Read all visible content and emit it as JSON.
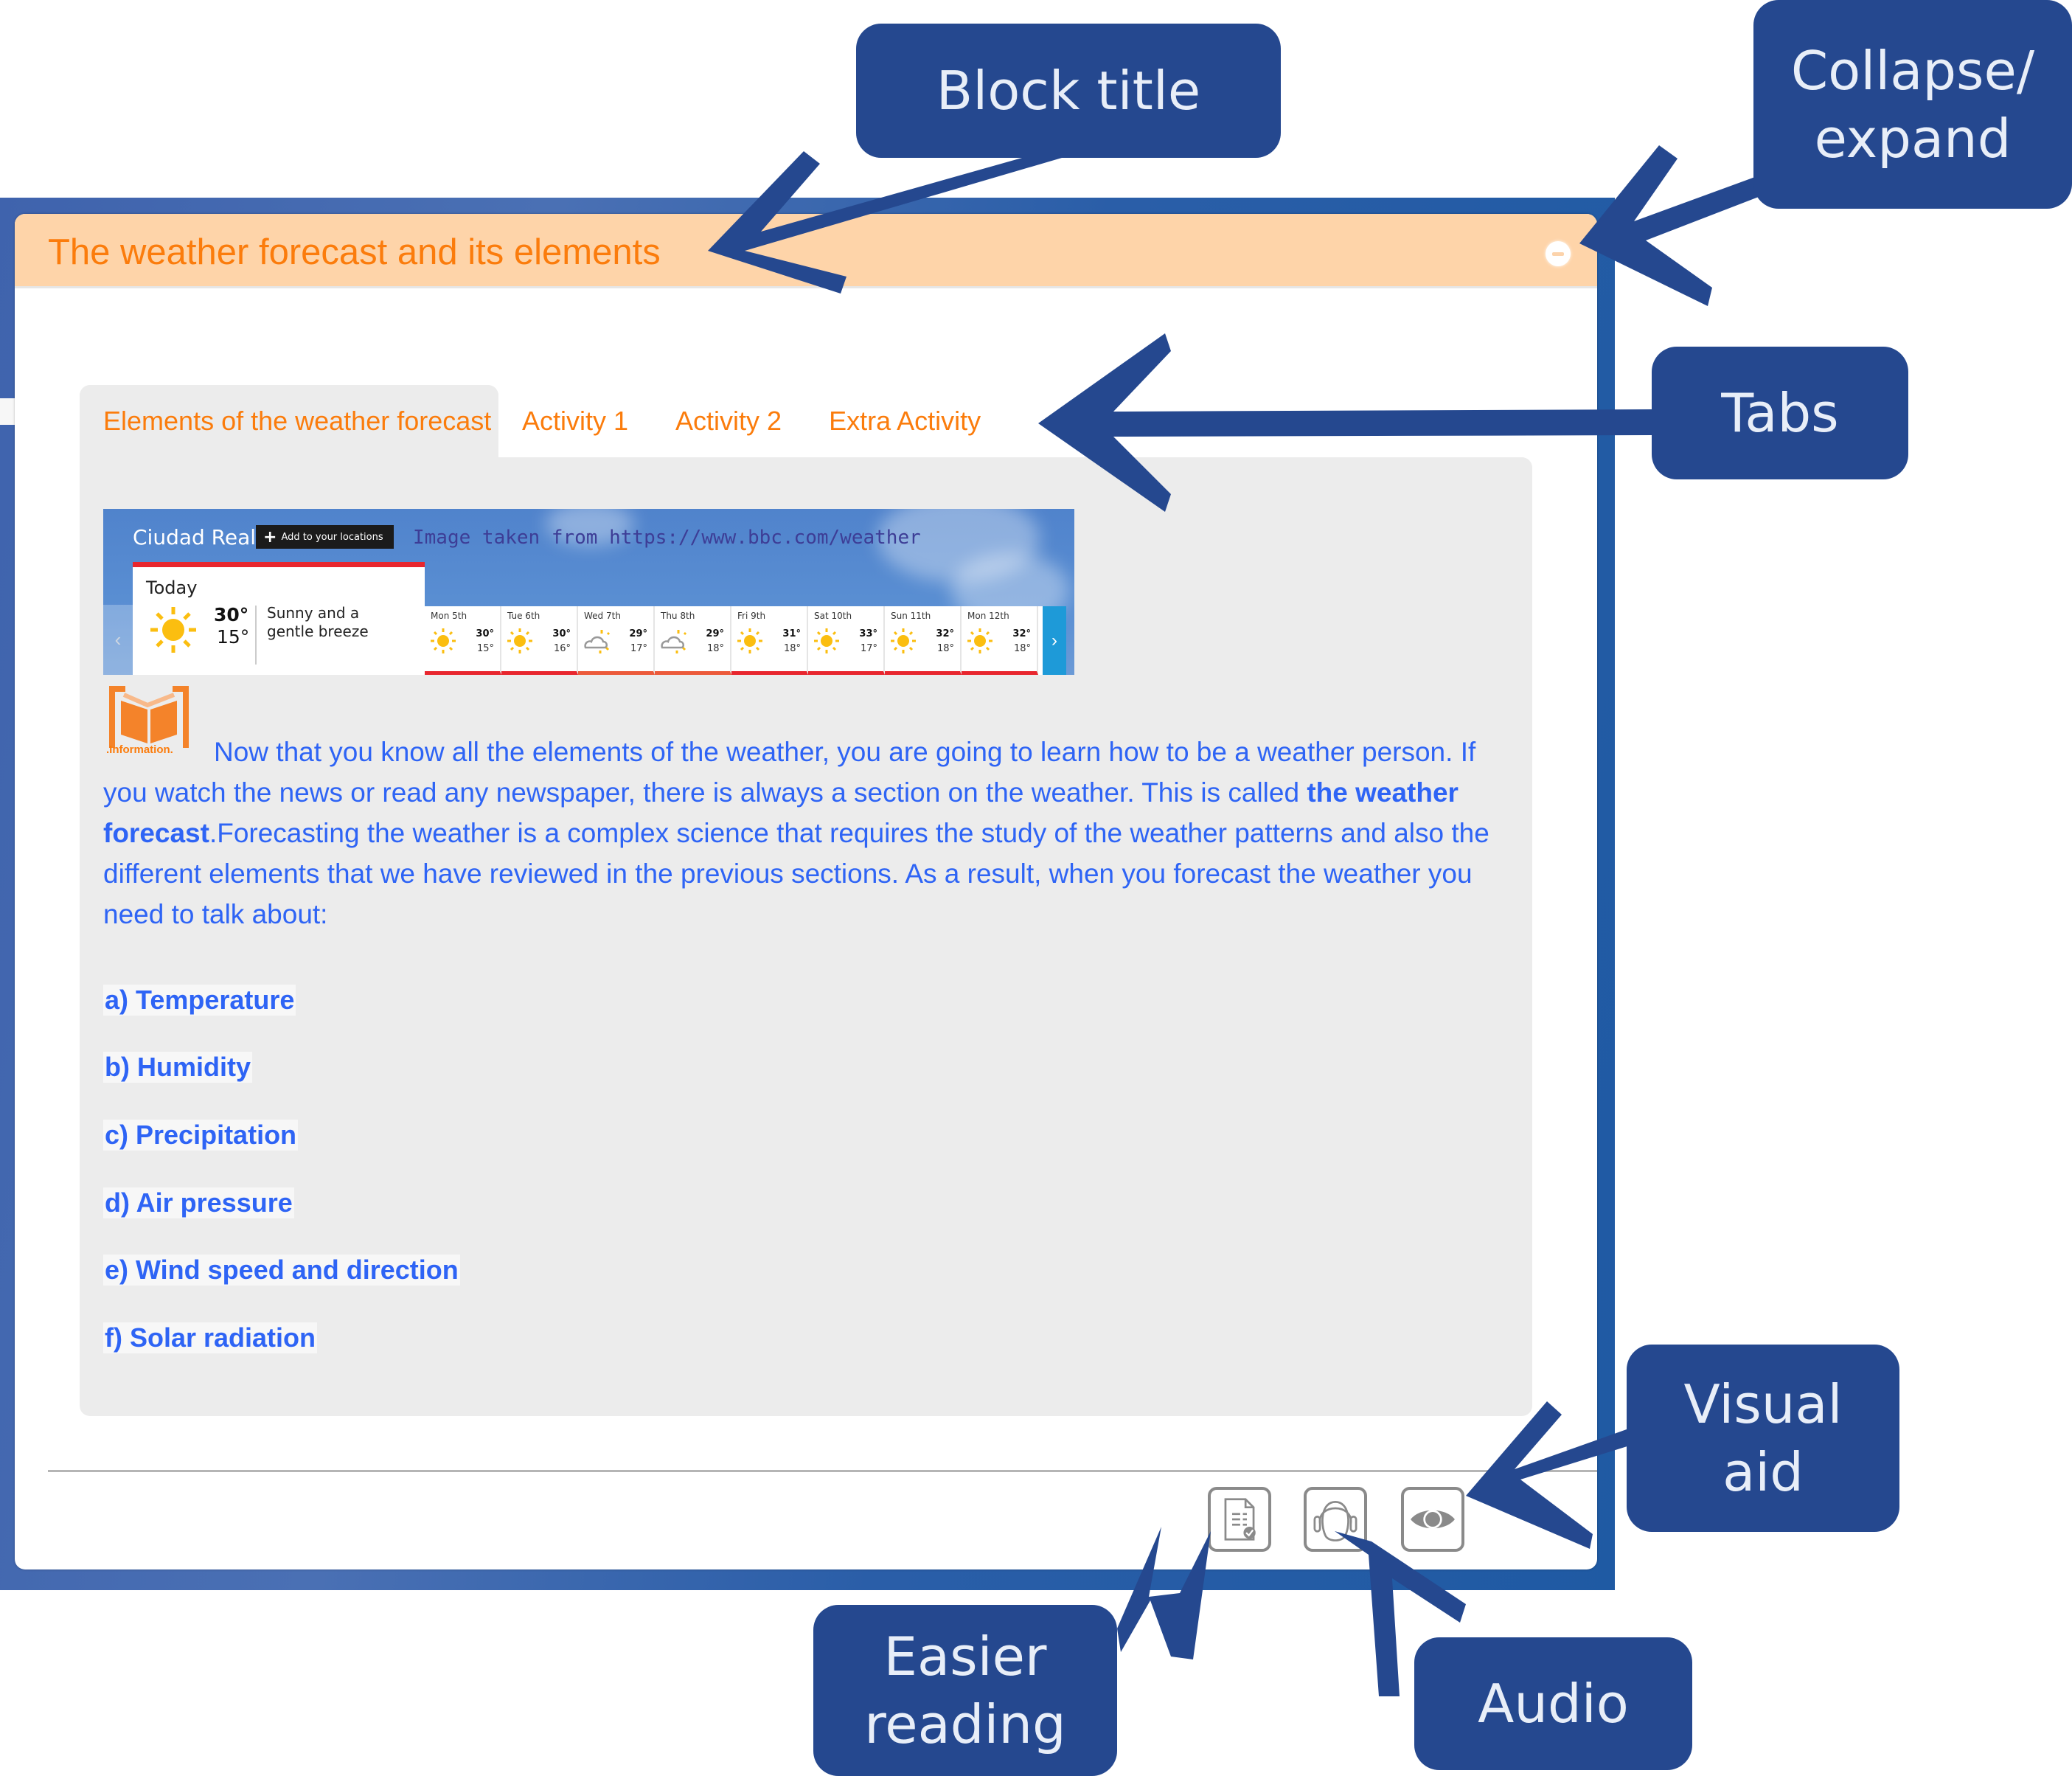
{
  "block": {
    "title": "The weather forecast and its elements",
    "collapse_button": "collapse-toggle"
  },
  "tabs": [
    {
      "label": "Elements of the weather forecast",
      "active": true
    },
    {
      "label": "Activity 1",
      "active": false
    },
    {
      "label": "Activity 2",
      "active": false
    },
    {
      "label": "Extra Activity",
      "active": false
    }
  ],
  "weather_widget": {
    "city": "Ciudad Real",
    "add_location_label": "Add to your locations",
    "credit": "Image taken from https://www.bbc.com/weather",
    "today": {
      "label": "Today",
      "high": "30°",
      "low": "15°",
      "description": "Sunny and a gentle breeze",
      "icon": "sun-icon"
    },
    "days": [
      {
        "name": "Mon 5th",
        "high": "30°",
        "low": "15°",
        "icon": "sun-icon"
      },
      {
        "name": "Tue 6th",
        "high": "30°",
        "low": "16°",
        "icon": "sun-icon"
      },
      {
        "name": "Wed 7th",
        "high": "29°",
        "low": "17°",
        "icon": "sun-cloud-icon"
      },
      {
        "name": "Thu 8th",
        "high": "29°",
        "low": "18°",
        "icon": "sun-cloud-icon"
      },
      {
        "name": "Fri 9th",
        "high": "31°",
        "low": "18°",
        "icon": "sun-icon"
      },
      {
        "name": "Sat 10th",
        "high": "33°",
        "low": "17°",
        "icon": "sun-icon"
      },
      {
        "name": "Sun 11th",
        "high": "32°",
        "low": "18°",
        "icon": "sun-icon"
      },
      {
        "name": "Mon 12th",
        "high": "32°",
        "low": "18°",
        "icon": "sun-icon"
      }
    ],
    "prev_glyph": "‹",
    "next_glyph": "›"
  },
  "content": {
    "info_icon_label": ".Information.",
    "paragraph_part1": "Now that you know all the elements of the weather, you are going to learn how to be a weather person. If you watch the news or read any newspaper, there is always a section on the weather. This is called ",
    "paragraph_bold": "the weather forecast",
    "paragraph_part2": ".Forecasting the weather is a complex science that requires the study of the weather patterns and also the different elements that we have reviewed in the previous sections. As a result, when you forecast the weather you need to talk about:",
    "list": [
      "a) Temperature",
      "b) Humidity",
      "c) Precipitation",
      "d) Air pressure",
      "e) Wind speed and direction",
      "f) Solar radiation"
    ]
  },
  "footer_tools": [
    {
      "name": "easier-reading",
      "icon": "document-check-icon"
    },
    {
      "name": "audio",
      "icon": "headphones-icon"
    },
    {
      "name": "visual-aid",
      "icon": "eye-icon"
    }
  ],
  "callouts": {
    "block_title": "Block title",
    "collapse_expand_line1": "Collapse/",
    "collapse_expand_line2": "expand",
    "tabs": "Tabs",
    "visual_aid_line1": "Visual",
    "visual_aid_line2": "aid",
    "easier_reading_line1": "Easier",
    "easier_reading_line2": "reading",
    "audio": "Audio"
  },
  "colors": {
    "accent_orange": "#fb7c0c",
    "header_bg": "#fed4a9",
    "text_blue": "#2e64f5",
    "callout_blue": "#25488f",
    "content_grey": "#ececec"
  }
}
